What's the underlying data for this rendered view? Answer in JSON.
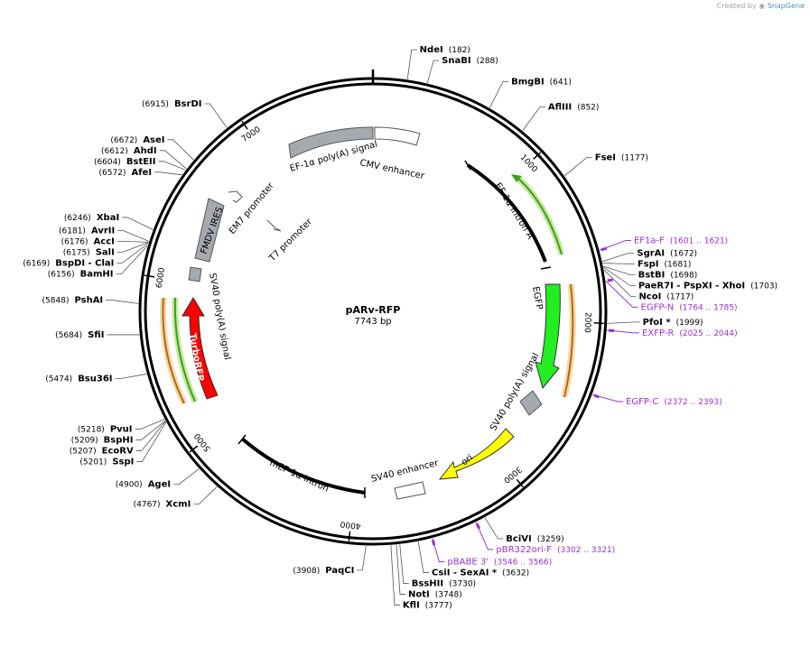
{
  "brand": {
    "created_by": "Created by",
    "app": "SnapGene"
  },
  "plasmid": {
    "name": "pARv-RFP",
    "size_label": "7743 bp",
    "length": 7743
  },
  "ticks": [
    {
      "pos": 1000,
      "label": "1000"
    },
    {
      "pos": 2000,
      "label": "2000"
    },
    {
      "pos": 3000,
      "label": "3000"
    },
    {
      "pos": 4000,
      "label": "4000"
    },
    {
      "pos": 5000,
      "label": "5000"
    },
    {
      "pos": 6000,
      "label": "6000"
    },
    {
      "pos": 7000,
      "label": "7000"
    }
  ],
  "sites": [
    {
      "name": "NdeI",
      "pos": "(182)",
      "bp": 182
    },
    {
      "name": "SnaBI",
      "pos": "(288)",
      "bp": 288
    },
    {
      "name": "BmgBI",
      "pos": "(641)",
      "bp": 641
    },
    {
      "name": "AflIII",
      "pos": "(852)",
      "bp": 852
    },
    {
      "name": "FseI",
      "pos": "(1177)",
      "bp": 1177
    },
    {
      "name": "SgrAI",
      "pos": "(1672)",
      "bp": 1672
    },
    {
      "name": "FspI",
      "pos": "(1681)",
      "bp": 1681
    },
    {
      "name": "BstBI",
      "pos": "(1698)",
      "bp": 1698
    },
    {
      "name": "PaeR7I - PspXI - XhoI",
      "pos": "(1703)",
      "bp": 1703
    },
    {
      "name": "NcoI",
      "pos": "(1717)",
      "bp": 1717
    },
    {
      "name": "PfoI *",
      "pos": "(1999)",
      "bp": 1999
    },
    {
      "name": "BciVI",
      "pos": "(3259)",
      "bp": 3259
    },
    {
      "name": "CsiI - SexAI *",
      "pos": "(3632)",
      "bp": 3632
    },
    {
      "name": "BssHII",
      "pos": "(3730)",
      "bp": 3730
    },
    {
      "name": "NotI",
      "pos": "(3748)",
      "bp": 3748
    },
    {
      "name": "KflI",
      "pos": "(3777)",
      "bp": 3777
    },
    {
      "name": "PaqCI",
      "pos": "(3908)",
      "bp": 3908
    },
    {
      "name": "XcmI",
      "pos": "(4767)",
      "bp": 4767
    },
    {
      "name": "AgeI",
      "pos": "(4900)",
      "bp": 4900
    },
    {
      "name": "SspI",
      "pos": "(5201)",
      "bp": 5201
    },
    {
      "name": "EcoRV",
      "pos": "(5207)",
      "bp": 5207
    },
    {
      "name": "BspHI",
      "pos": "(5209)",
      "bp": 5209
    },
    {
      "name": "PvuI",
      "pos": "(5218)",
      "bp": 5218
    },
    {
      "name": "Bsu36I",
      "pos": "(5474)",
      "bp": 5474
    },
    {
      "name": "SfiI",
      "pos": "(5684)",
      "bp": 5684
    },
    {
      "name": "PshAI",
      "pos": "(5848)",
      "bp": 5848
    },
    {
      "name": "BamHI",
      "pos": "(6156)",
      "bp": 6156
    },
    {
      "name": "BspDI - ClaI",
      "pos": "(6169)",
      "bp": 6169
    },
    {
      "name": "SalI",
      "pos": "(6175)",
      "bp": 6175
    },
    {
      "name": "AccI",
      "pos": "(6176)",
      "bp": 6176
    },
    {
      "name": "AvrII",
      "pos": "(6181)",
      "bp": 6181
    },
    {
      "name": "XbaI",
      "pos": "(6246)",
      "bp": 6246
    },
    {
      "name": "AfeI",
      "pos": "(6572)",
      "bp": 6572
    },
    {
      "name": "BstEII",
      "pos": "(6604)",
      "bp": 6604
    },
    {
      "name": "AhdI",
      "pos": "(6612)",
      "bp": 6612
    },
    {
      "name": "AseI",
      "pos": "(6672)",
      "bp": 6672
    },
    {
      "name": "BsrDI",
      "pos": "(6915)",
      "bp": 6915
    }
  ],
  "primers": [
    {
      "name": "EF1a-F",
      "pos": "(1601 .. 1621)",
      "bp": 1611
    },
    {
      "name": "EGFP-N",
      "pos": "(1764 .. 1785)",
      "bp": 1775
    },
    {
      "name": "EXFP-R",
      "pos": "(2025 .. 2044)",
      "bp": 2035
    },
    {
      "name": "EGFP-C",
      "pos": "(2372 .. 2393)",
      "bp": 2383
    },
    {
      "name": "pBR322ori-F",
      "pos": "(3302 .. 3321)",
      "bp": 3311
    },
    {
      "name": "pBABE 3'",
      "pos": "(3546 .. 3566)",
      "bp": 3556
    }
  ],
  "features": [
    {
      "name": "EF-1α poly(A) signal",
      "type": "grey-box"
    },
    {
      "name": "CMV enhancer",
      "type": "white-box"
    },
    {
      "name": "EF-1α intron A",
      "type": "intron"
    },
    {
      "name": "EGFP",
      "type": "green-arrow",
      "color": "#22ee22"
    },
    {
      "name": "SV40 poly(A) signal",
      "type": "grey-box"
    },
    {
      "name": "ori",
      "type": "yellow-arrow",
      "color": "#ffff00"
    },
    {
      "name": "SV40 enhancer",
      "type": "white-box"
    },
    {
      "name": "mEF-1α intron",
      "type": "intron"
    },
    {
      "name": "TurboRFP",
      "type": "red-arrow",
      "color": "#ff0000"
    },
    {
      "name": "SV40 poly(A) signal",
      "type": "grey-box"
    },
    {
      "name": "FMDV IRES",
      "type": "grey-box"
    },
    {
      "name": "EM7 promoter",
      "type": "promoter"
    },
    {
      "name": "T7 promoter",
      "type": "promoter"
    }
  ]
}
